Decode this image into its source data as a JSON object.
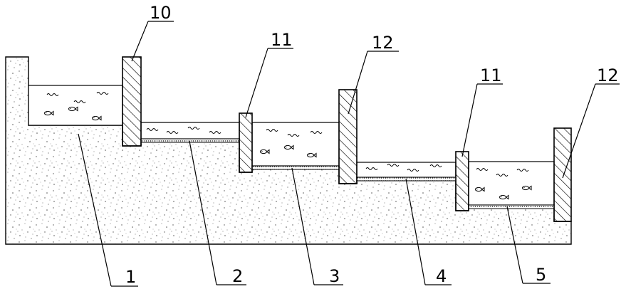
{
  "labels": {
    "pond_1": "1",
    "pond_2": "2",
    "pond_3": "3",
    "pond_4": "4",
    "pond_5": "5",
    "gate_10": "10",
    "gate_11_left": "11",
    "gate_11_right": "11",
    "wall_12_left": "12",
    "wall_12_right": "12"
  },
  "icons": {
    "wave": "wave-icon",
    "fish": "fish-icon",
    "soil": "soil-texture",
    "wall": "hatched-wall"
  }
}
